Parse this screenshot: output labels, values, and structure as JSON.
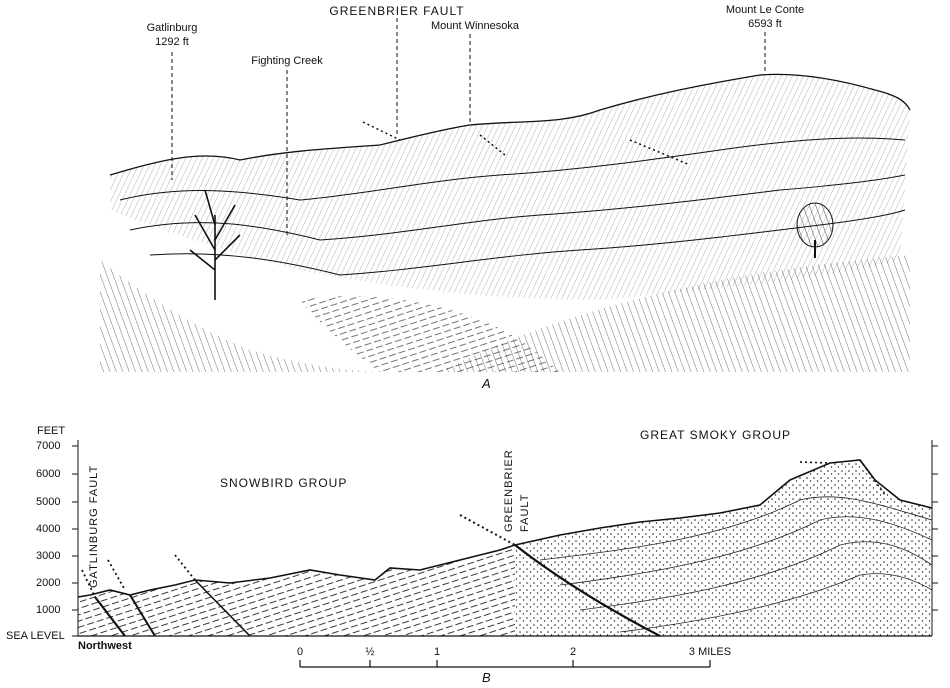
{
  "panel_a": {
    "letter": "A",
    "labels": {
      "gatlinburg": "Gatlinburg",
      "gatlinburg_elev": "1292 ft",
      "fighting_creek": "Fighting Creek",
      "greenbrier_fault": "GREENBRIER FAULT",
      "mount_winnesoka": "Mount Winnesoka",
      "mount_le_conte": "Mount Le Conte",
      "le_conte_elev": "6593 ft"
    }
  },
  "panel_b": {
    "letter": "B",
    "axis_title": "FEET",
    "y_ticks": [
      "7000",
      "6000",
      "5000",
      "4000",
      "3000",
      "2000",
      "1000",
      "SEA LEVEL"
    ],
    "scale_ticks": [
      "0",
      "½",
      "1",
      "2",
      "3 MILES"
    ],
    "direction_label": "Northwest",
    "labels": {
      "snowbird_group": "SNOWBIRD GROUP",
      "great_smoky_group": "GREAT SMOKY GROUP",
      "gatlinburg_fault": "GATLINBURG FAULT",
      "greenbrier_fault_1": "GREENBRIER",
      "greenbrier_fault_2": "FAULT"
    }
  }
}
